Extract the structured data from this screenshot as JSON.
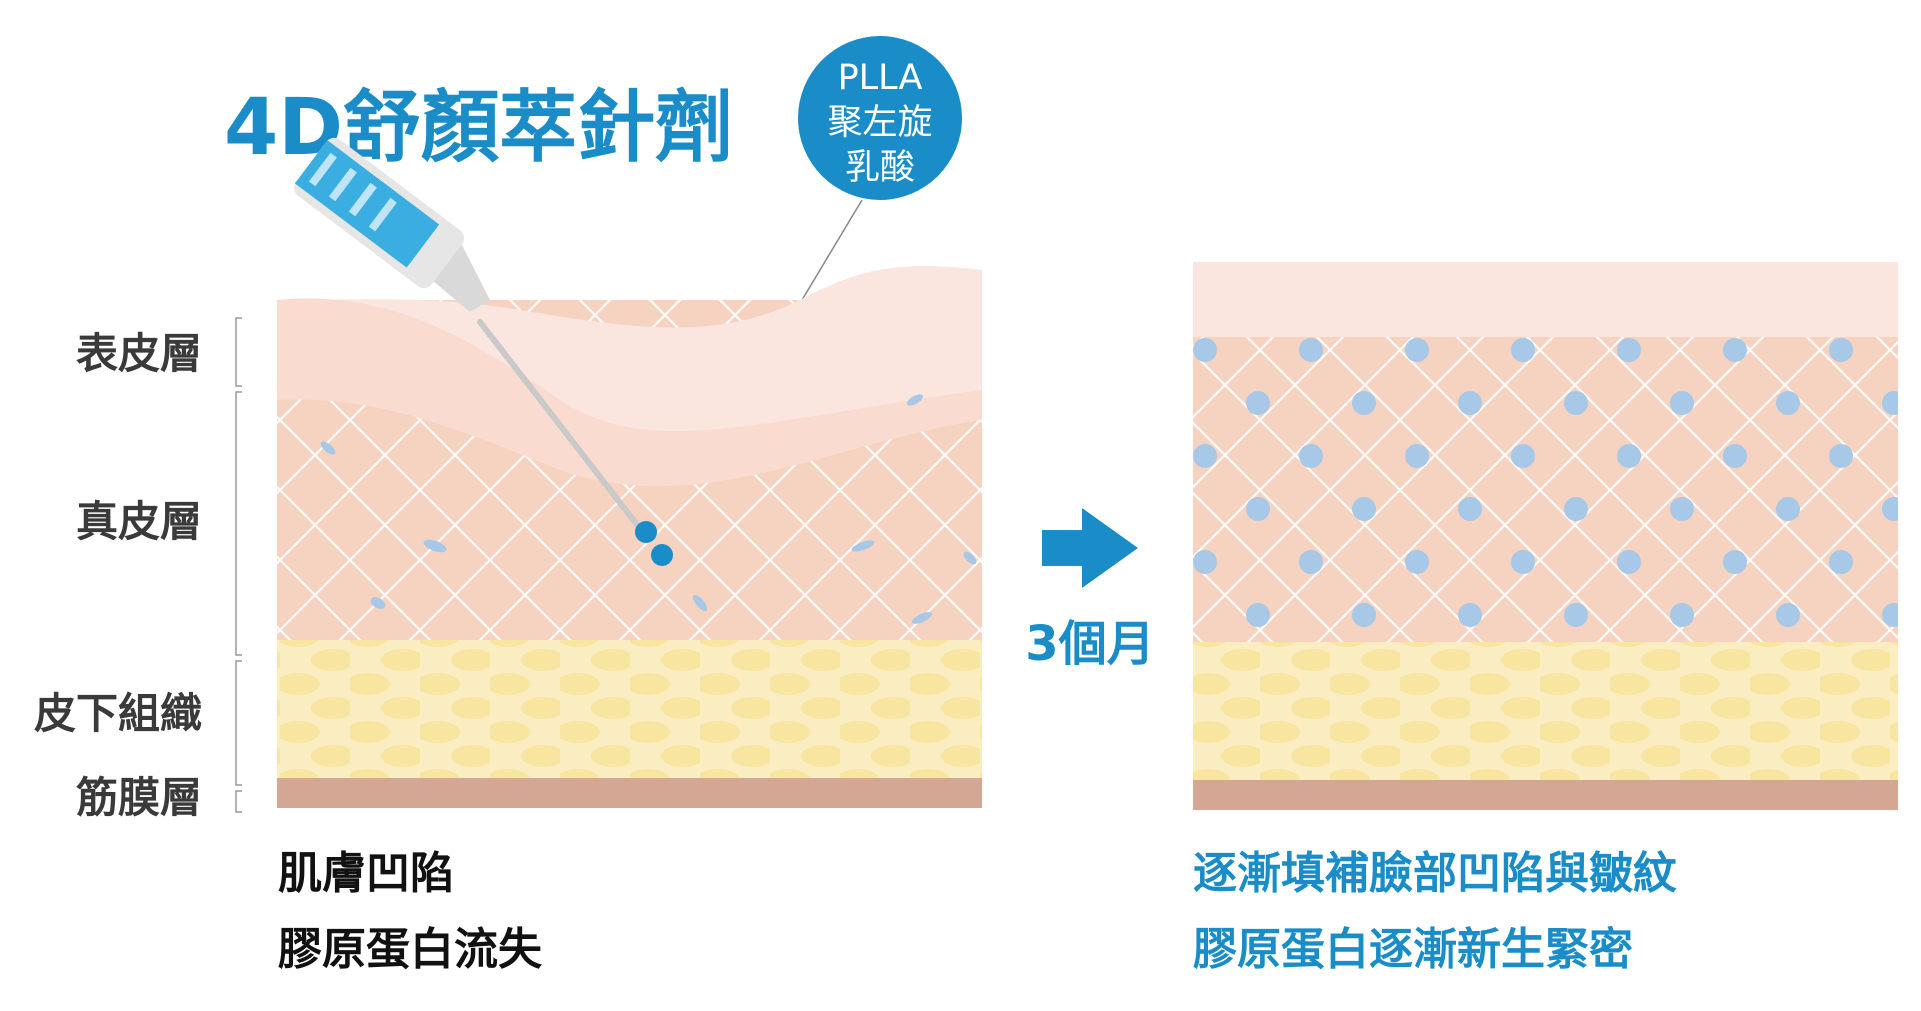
{
  "title": "4D舒顏萃針劑",
  "badge": {
    "line1": "PLLA",
    "line2": "聚左旋",
    "line3": "乳酸"
  },
  "layers": {
    "epidermis": "表皮層",
    "dermis": "真皮層",
    "subcutaneous": "皮下組織",
    "fascia": "筋膜層"
  },
  "transition": "3個月",
  "before": {
    "line1": "肌膚凹陷",
    "line2": "膠原蛋白流失"
  },
  "after": {
    "line1": "逐漸填補臉部凹陷與皺紋",
    "line2": "膠原蛋白逐漸新生緊密"
  },
  "colors": {
    "accent": "#1a8cc7",
    "epidermis": "#fbe6df",
    "dermis": "#f6d2c1",
    "fat_base": "#fbedc2",
    "fat_cell": "#f8e59f",
    "fascia": "#d3a793",
    "collagen_dot": "#a7c8e6"
  }
}
